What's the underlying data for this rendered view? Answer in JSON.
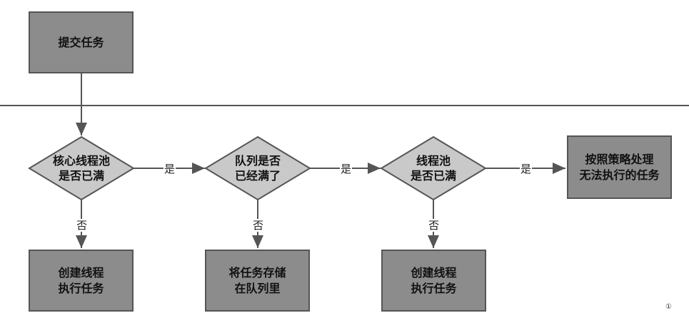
{
  "start": {
    "label": "提交任务"
  },
  "decisions": [
    {
      "line1": "核心线程池",
      "line2": "是否已满"
    },
    {
      "line1": "队列是否",
      "line2": "已经满了"
    },
    {
      "line1": "线程池",
      "line2": "是否已满"
    }
  ],
  "outcomes": [
    {
      "line1": "创建线程",
      "line2": "执行任务"
    },
    {
      "line1": "将任务存储",
      "line2": "在队列里"
    },
    {
      "line1": "创建线程",
      "line2": "执行任务"
    },
    {
      "line1": "按照策略处理",
      "line2": "无法执行的任务"
    }
  ],
  "labels": {
    "yes": "是",
    "no": "否"
  },
  "footnote": "①",
  "colors": {
    "box_fill": "#8c8c8c",
    "box_border": "#555555",
    "diamond_fill": "#c9c9c9",
    "line": "#555555"
  }
}
